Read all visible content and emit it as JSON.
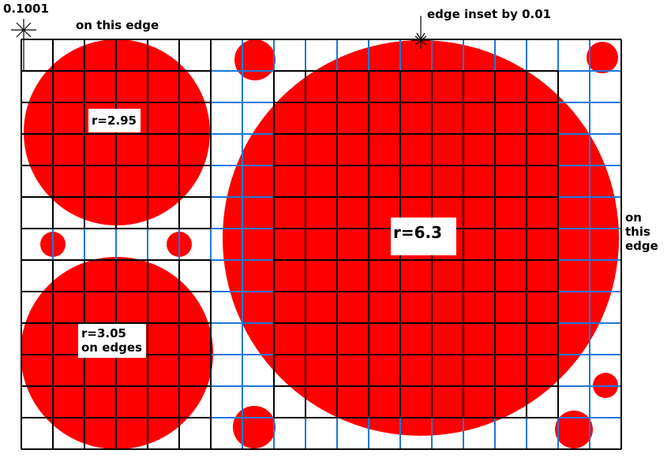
{
  "labels": {
    "offset_value": "0.1001",
    "top_edge_note": "on this edge",
    "inset_note": "edge inset by 0.01",
    "right_edge_note": [
      "on",
      "this",
      "edge"
    ],
    "circle_a": "r=2.95",
    "circle_b": [
      "r=3.05",
      "on edges"
    ],
    "circle_c": "r=6.3"
  },
  "colors": {
    "circle_fill": "#ff0000",
    "grid_major": "#000000",
    "grid_minor": "#1e78d8",
    "label_box": "#ffffff"
  }
}
